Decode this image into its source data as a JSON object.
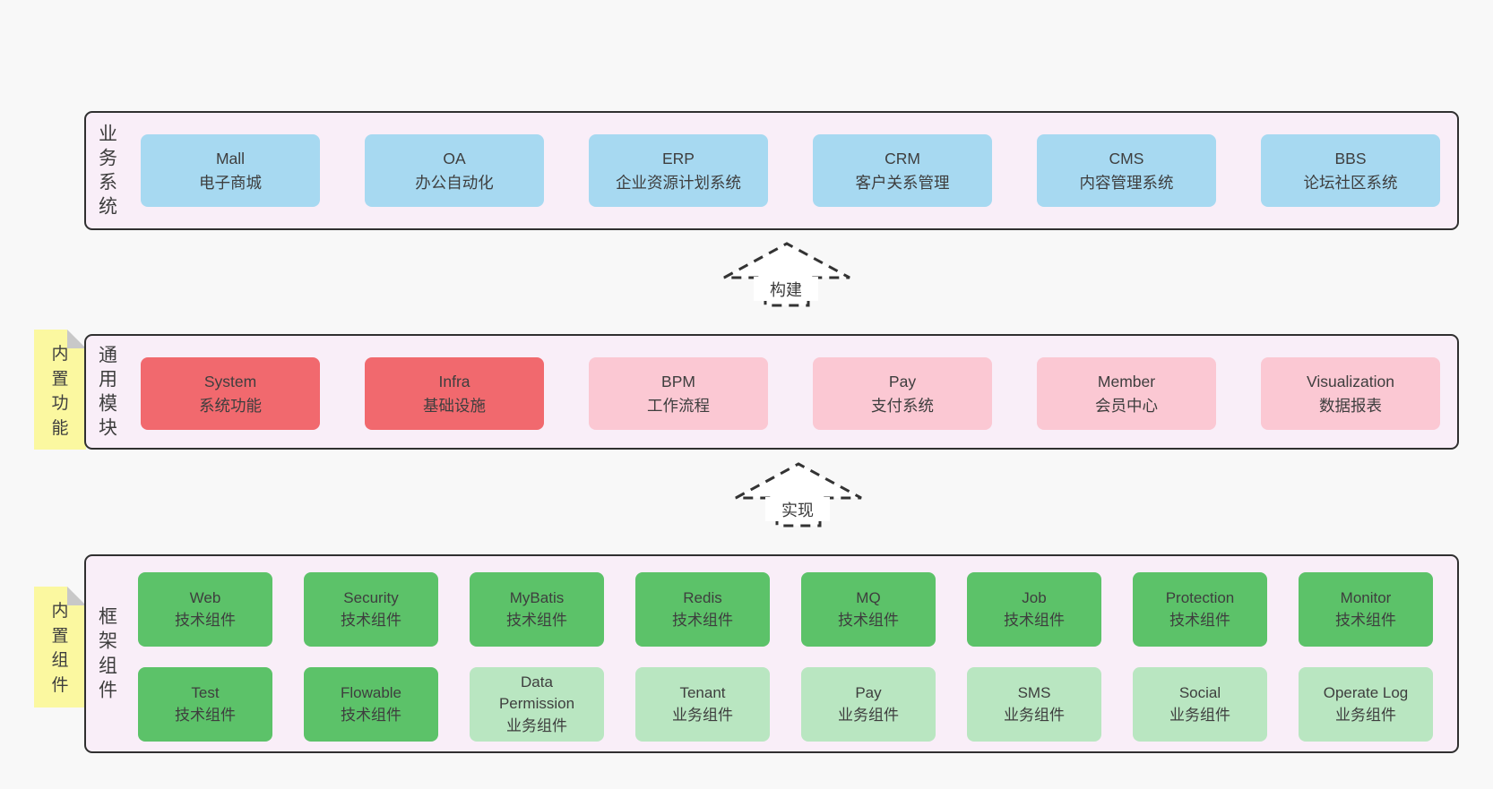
{
  "colors": {
    "page_bg": "#f8f8f8",
    "layer_bg": "#f9eef8",
    "layer_border": "#303030",
    "box_blue": "#a7d9f1",
    "box_red": "#f1696e",
    "box_pink": "#fbc8d3",
    "box_green": "#5cc269",
    "box_green_light": "#b9e6c1",
    "note_yellow": "#fbf8a0",
    "note_fold_gray": "#c8c8c8",
    "text": "#3e3e3e"
  },
  "notes": [
    {
      "text": "内置功能"
    },
    {
      "text": "内置组件"
    }
  ],
  "arrows": [
    {
      "label": "构建"
    },
    {
      "label": "实现"
    }
  ],
  "layers": [
    {
      "label": "业务系统",
      "boxes": [
        {
          "title": "Mall",
          "subtitle": "电子商城"
        },
        {
          "title": "OA",
          "subtitle": "办公自动化"
        },
        {
          "title": "ERP",
          "subtitle": "企业资源计划系统"
        },
        {
          "title": "CRM",
          "subtitle": "客户关系管理"
        },
        {
          "title": "CMS",
          "subtitle": "内容管理系统"
        },
        {
          "title": "BBS",
          "subtitle": "论坛社区系统"
        }
      ]
    },
    {
      "label": "通用模块",
      "boxes": [
        {
          "title": "System",
          "subtitle": "系统功能"
        },
        {
          "title": "Infra",
          "subtitle": "基础设施"
        },
        {
          "title": "BPM",
          "subtitle": "工作流程"
        },
        {
          "title": "Pay",
          "subtitle": "支付系统"
        },
        {
          "title": "Member",
          "subtitle": "会员中心"
        },
        {
          "title": "Visualization",
          "subtitle": "数据报表"
        }
      ]
    },
    {
      "label": "框架组件",
      "rows": [
        [
          {
            "title": "Web",
            "subtitle": "技术组件"
          },
          {
            "title": "Security",
            "subtitle": "技术组件"
          },
          {
            "title": "MyBatis",
            "subtitle": "技术组件"
          },
          {
            "title": "Redis",
            "subtitle": "技术组件"
          },
          {
            "title": "MQ",
            "subtitle": "技术组件"
          },
          {
            "title": "Job",
            "subtitle": "技术组件"
          },
          {
            "title": "Protection",
            "subtitle": "技术组件"
          },
          {
            "title": "Monitor",
            "subtitle": "技术组件"
          }
        ],
        [
          {
            "title": "Test",
            "subtitle": "技术组件"
          },
          {
            "title": "Flowable",
            "subtitle": "技术组件"
          },
          {
            "title": "Data Permission",
            "subtitle": "业务组件"
          },
          {
            "title": "Tenant",
            "subtitle": "业务组件"
          },
          {
            "title": "Pay",
            "subtitle": "业务组件"
          },
          {
            "title": "SMS",
            "subtitle": "业务组件"
          },
          {
            "title": "Social",
            "subtitle": "业务组件"
          },
          {
            "title": "Operate Log",
            "subtitle": "业务组件"
          }
        ]
      ]
    }
  ]
}
